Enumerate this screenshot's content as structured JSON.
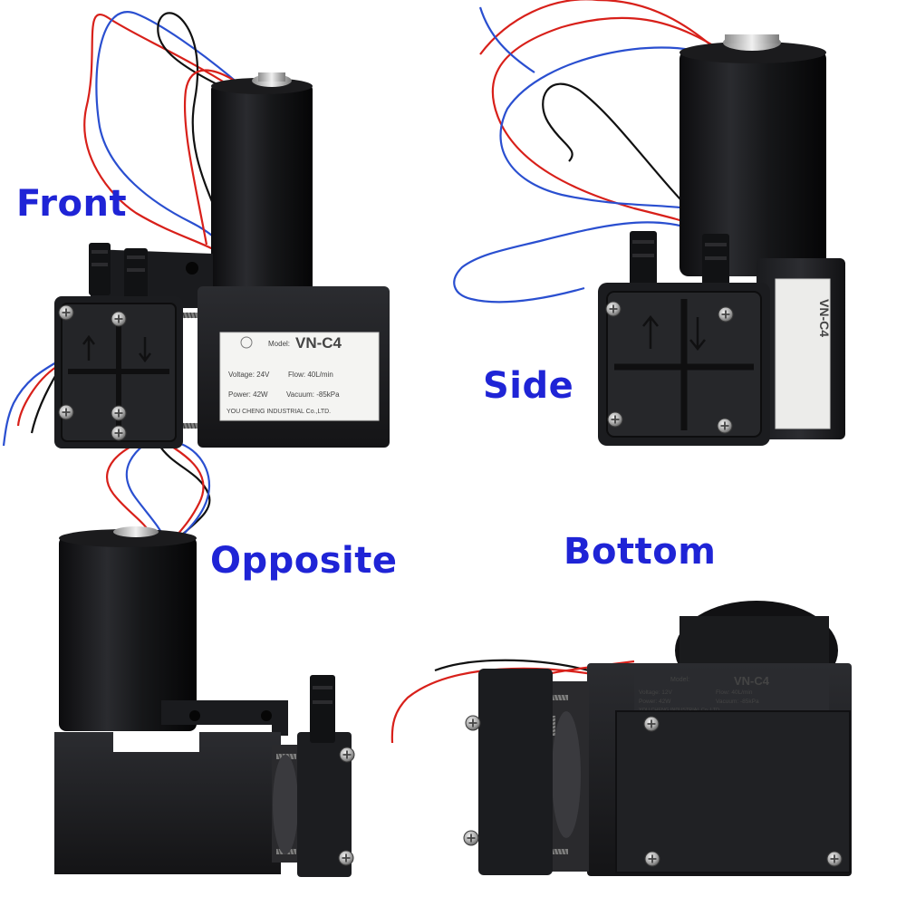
{
  "labels": {
    "front": "Front",
    "side": "Side",
    "opposite": "Opposite",
    "bottom": "Bottom"
  },
  "front_plate": {
    "model_prefix": "Model:",
    "model": "VN-C4",
    "voltage": "Voltage: 24V",
    "flow": "Flow: 40L/min",
    "power": "Power: 42W",
    "vacuum": "Vacuum: -85kPa",
    "maker": "YOU CHENG INDUSTRIAL Co.,LTD."
  },
  "side_plate": {
    "model": "VN-C4"
  },
  "bottom_plate": {
    "model_prefix": "Model:",
    "model": "VN-C4",
    "voltage": "Voltage: 12V",
    "flow": "Flow: 40L/min",
    "power": "Power: 42W",
    "vacuum": "Vacuum: -85kPa",
    "maker": "YOU CHENG INDUSTRIAL Co.,LTD."
  },
  "colors": {
    "label_blue": "#1f24d6",
    "pump_body": "#1d1e21",
    "wire_red": "#d8201a",
    "wire_blue": "#2a4fd0"
  }
}
